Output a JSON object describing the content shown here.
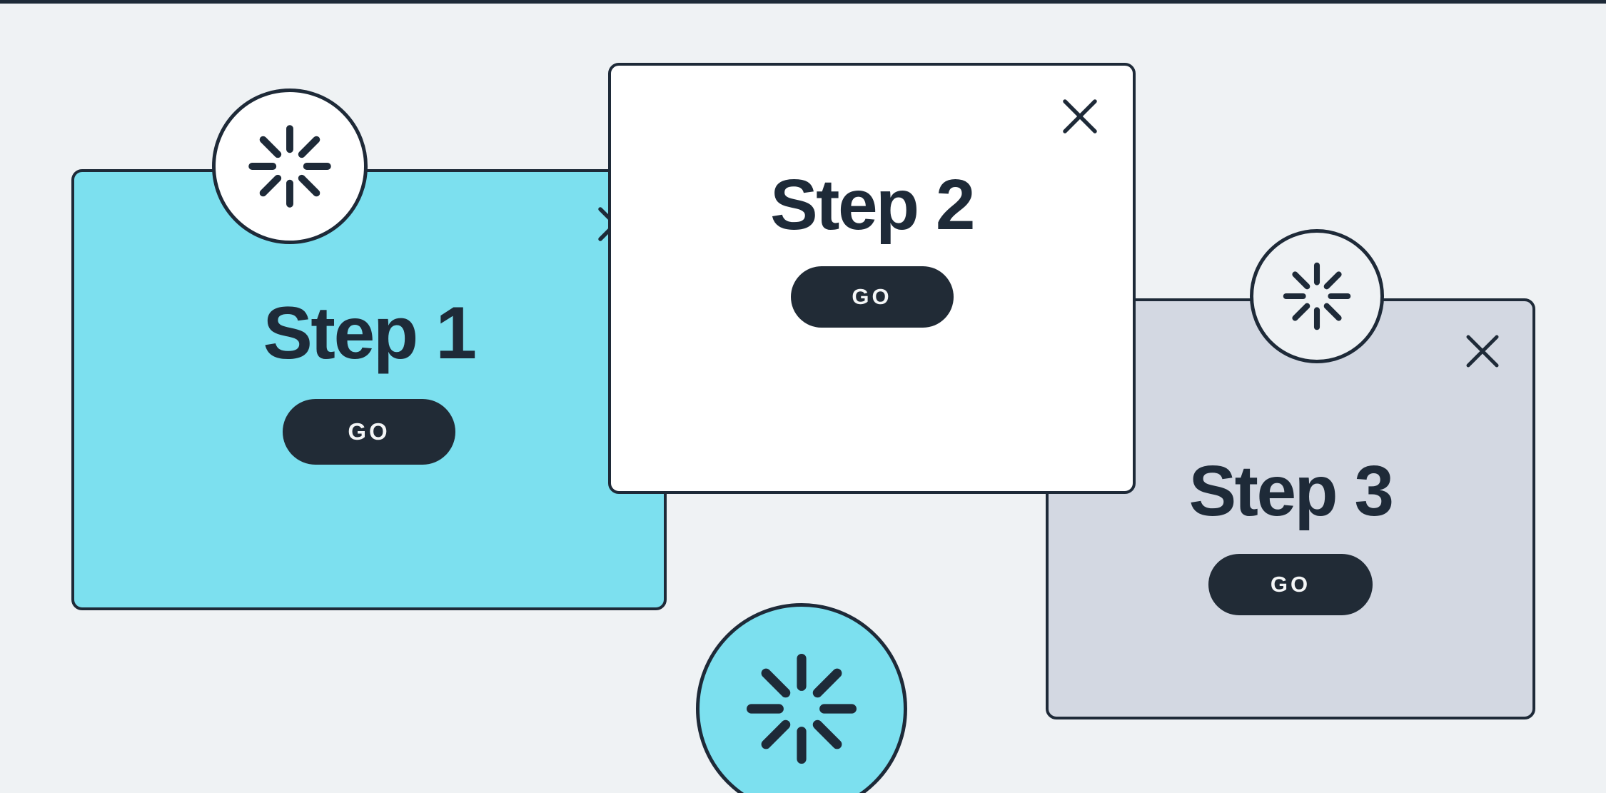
{
  "page": {
    "background_color": "#eff2f4",
    "ink_color": "#1e2a38",
    "accent_cyan": "#7ce0ef",
    "muted_gray": "#d3d8e2",
    "button_dark": "#212b36",
    "button_text_color": "#f4f6f7"
  },
  "cards": [
    {
      "id": "step-1",
      "title": "Step 1",
      "button_label": "GO",
      "close_label": "Close",
      "fill_color": "#7ce0ef",
      "badge_icon": "loading-spinner-icon",
      "badge_fill": "#ffffff"
    },
    {
      "id": "step-2",
      "title": "Step 2",
      "button_label": "GO",
      "close_label": "Close",
      "fill_color": "#ffffff",
      "badge_icon": null,
      "badge_fill": null
    },
    {
      "id": "step-3",
      "title": "Step 3",
      "button_label": "GO",
      "close_label": "Close",
      "fill_color": "#d3d8e2",
      "badge_icon": "loading-spinner-icon",
      "badge_fill": "#eff2f4"
    }
  ],
  "floating_badge": {
    "icon": "loading-spinner-icon",
    "fill_color": "#7ce0ef"
  },
  "icons": {
    "close": "close-icon",
    "spinner": "loading-spinner-icon"
  }
}
